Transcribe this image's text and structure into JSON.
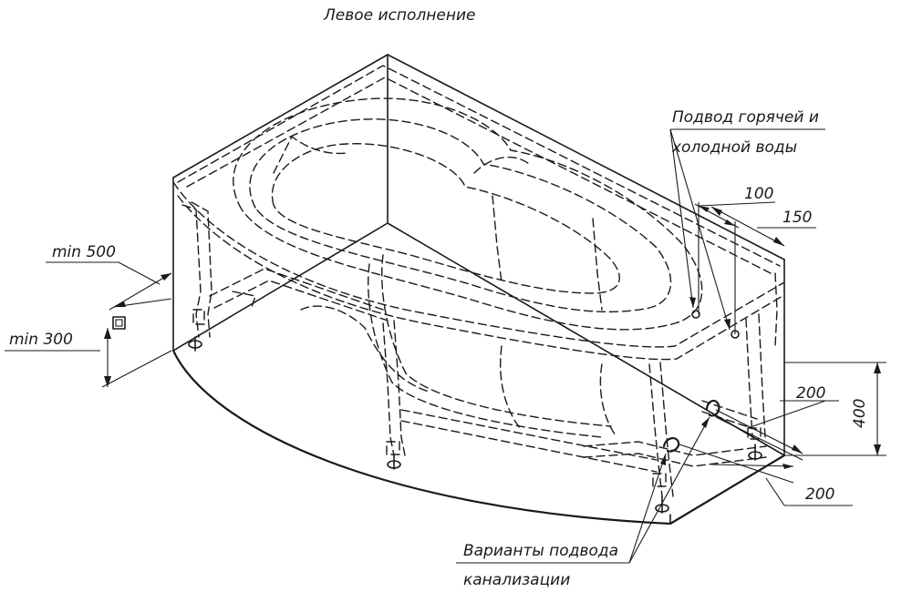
{
  "title": "Левое исполнение",
  "callouts": {
    "water_supply_line1": "Подвод горячей и",
    "water_supply_line2": "холодной воды",
    "drain_line1": "Варианты подвода",
    "drain_line2": "канализации"
  },
  "dimensions": {
    "min_500": "min 500",
    "min_300": "min 300",
    "d100": "100",
    "d150": "150",
    "d200_upper": "200",
    "d400": "400",
    "d200_lower": "200"
  }
}
